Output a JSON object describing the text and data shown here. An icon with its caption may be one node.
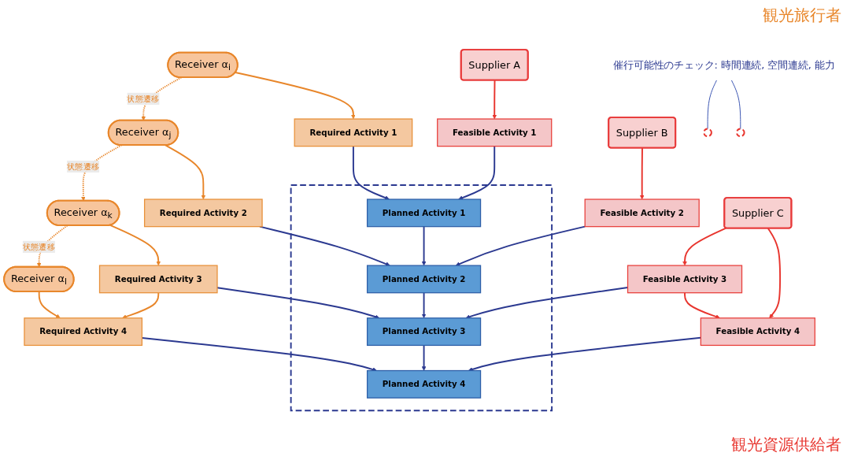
{
  "diagram": {
    "nodes": [
      {
        "text": [
          "Receiver α$_{i}$"
        ]
      },
      {
        "text": [
          "Receiver α$_{j}$"
        ]
      },
      {
        "text": [
          "Receiver α$_{k}$"
        ]
      },
      {
        "text": [
          "Receiver α$_{l}$"
        ]
      },
      {
        "text": [
          "Required Activity 1"
        ]
      },
      {
        "text": [
          "Required Activity 2"
        ]
      },
      {
        "text": [
          "Required Activity 3"
        ]
      },
      {
        "text": [
          "Required Activity 4"
        ]
      },
      {
        "text": [],
        "shape": "box"
      },
      {
        "text": [
          "Planned Activity 1"
        ],
        "in": 8
      },
      {
        "text": [
          "Planned Activity 2"
        ],
        "in": 8
      },
      {
        "text": [
          "Planned Activity 3"
        ],
        "in": 8
      },
      {
        "text": [
          "Planned Activity 4"
        ],
        "in": 8
      },
      {
        "text": [
          "Feasible Activity 1"
        ]
      },
      {
        "text": [
          "Feasible Activity 2"
        ]
      },
      {
        "text": [
          "Feasible Activity 3"
        ]
      },
      {
        "text": [
          "Feasible Activity 4"
        ]
      },
      {
        "text": [
          "Supplier A"
        ]
      },
      {
        "text": [
          "Supplier B"
        ]
      },
      {
        "text": [
          "Supplier C"
        ]
      },
      {
        "text": [],
        "shape": "circle"
      },
      {
        "text": [],
        "shape": "circle"
      },
      {
        "text": [
          "催行可能性のチェック: 時間連続, 空間連続, 能力"
        ]
      }
    ],
    "edges": [
      {
        "from": 0,
        "to": 1,
        "arrow": "to",
        "label": "状態遷移",
        "style": "dashed",
        "color": "#e8862a"
      },
      {
        "from": 1,
        "to": 2,
        "arrow": "to",
        "label": "状態遷移",
        "style": "dashed",
        "color": "#e8862a"
      },
      {
        "from": 2,
        "to": 3,
        "arrow": "to",
        "label": "状態遷移",
        "style": "dashed",
        "color": "#e8862a"
      },
      {
        "from": 0,
        "to": 4,
        "arrow": "to",
        "color": "#e8862a"
      },
      {
        "from": 1,
        "to": 5,
        "arrow": "to",
        "color": "#e8862a"
      },
      {
        "from": 2,
        "to": 6,
        "arrow": "to",
        "color": "#e8862a"
      },
      {
        "from": 3,
        "to": 7,
        "arrow": "to",
        "color": "#e8862a"
      },
      {
        "from": 6,
        "to": 7,
        "arrow": "to",
        "color": "#e8862a"
      },
      {
        "from": 4,
        "to": 9,
        "arrow": "to"
      },
      {
        "from": 5,
        "to": 10,
        "arrow": "to"
      },
      {
        "from": 6,
        "to": 11,
        "arrow": "to"
      },
      {
        "from": 7,
        "to": 12,
        "arrow": "to"
      },
      {
        "from": 9,
        "to": 10,
        "arrow": "to"
      },
      {
        "from": 10,
        "to": 11,
        "arrow": "to"
      },
      {
        "from": 11,
        "to": 12,
        "arrow": "to"
      },
      {
        "from": 13,
        "to": 9,
        "arrow": "to"
      },
      {
        "from": 14,
        "to": 10,
        "arrow": "to"
      },
      {
        "from": 15,
        "to": 11,
        "arrow": "to"
      },
      {
        "from": 16,
        "to": 12,
        "arrow": "to"
      },
      {
        "from": 15,
        "to": 16,
        "arrow": "to",
        "color": "#e8352e"
      },
      {
        "from": 17,
        "to": 13,
        "arrow": "to",
        "color": "#e8352e"
      },
      {
        "from": 18,
        "to": 14,
        "arrow": "to",
        "color": "#e8352e"
      },
      {
        "from": 19,
        "to": 15,
        "arrow": "to",
        "color": "#e8352e"
      },
      {
        "from": 19,
        "to": 16,
        "arrow": "to",
        "color": "#e8352e"
      },
      {
        "from": 22,
        "to": 20,
        "arrow": "none",
        "color": "#3550b0"
      },
      {
        "from": 22,
        "to": 21,
        "arrow": "none",
        "color": "#3550b0"
      }
    ],
    "labels": [
      "観光旅行者",
      "観光資源供給者"
    ]
  }
}
